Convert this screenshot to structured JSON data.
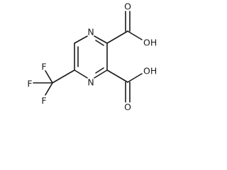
{
  "molecule": {
    "atoms": {
      "n_top": "N",
      "n_bottom": "N",
      "o_top_carbonyl": "O",
      "oh_top": "OH",
      "o_bottom_carbonyl": "O",
      "oh_bottom": "OH",
      "f_left": "F",
      "f_top": "F",
      "f_bottom": "F"
    }
  },
  "colors": {
    "bond": "#1a1a1a",
    "background": "#ffffff"
  }
}
